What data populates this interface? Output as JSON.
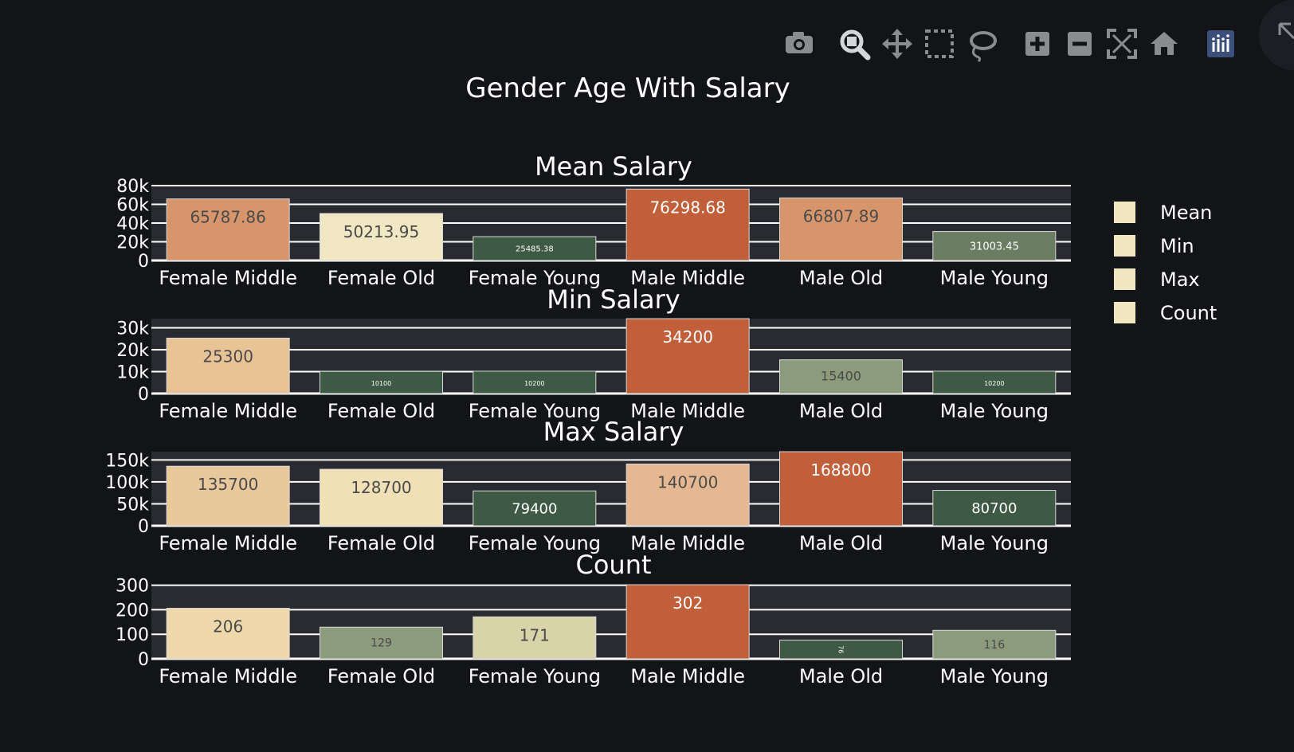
{
  "toolbar": {
    "buttons": [
      {
        "name": "camera-icon",
        "title": "Download plot as a png"
      },
      {
        "name": "zoom-icon",
        "title": "Zoom"
      },
      {
        "name": "pan-icon",
        "title": "Pan"
      },
      {
        "name": "box-select-icon",
        "title": "Box Select"
      },
      {
        "name": "lasso-select-icon",
        "title": "Lasso Select"
      },
      {
        "name": "zoom-in-icon",
        "title": "Zoom in"
      },
      {
        "name": "zoom-out-icon",
        "title": "Zoom out"
      },
      {
        "name": "autoscale-icon",
        "title": "Autoscale"
      },
      {
        "name": "reset-axes-icon",
        "title": "Reset axes"
      },
      {
        "name": "plotly-logo-icon",
        "title": "Produced with Plotly"
      }
    ],
    "active": "zoom-icon"
  },
  "colors": {
    "background": "#131418",
    "plot_bg": "#2a2b31",
    "grid": "#ffffff",
    "text": "#ffffff"
  },
  "chart_data": {
    "type": "bar",
    "title": "Gender Age With Salary",
    "legend": {
      "placement": "right",
      "entries": [
        {
          "name": "Mean",
          "color": "#f0e6bf"
        },
        {
          "name": "Min",
          "color": "#f0e6bf"
        },
        {
          "name": "Max",
          "color": "#f0e6bf"
        },
        {
          "name": "Count",
          "color": "#f0e6bf"
        }
      ]
    },
    "categories": [
      "Female Middle",
      "Female Old",
      "Female Young",
      "Male Middle",
      "Male Old",
      "Male Young"
    ],
    "subplots": [
      {
        "name": "Mean",
        "title": "Mean Salary",
        "values": [
          65787.86,
          50213.95,
          25485.38,
          76298.68,
          66807.89,
          31003.45
        ],
        "labels": [
          "65787.86",
          "50213.95",
          "25485.38",
          "76298.68",
          "66807.89",
          "31003.45"
        ],
        "ylim": [
          0,
          80000
        ],
        "ticks": [
          0,
          20000,
          40000,
          60000,
          80000
        ],
        "tick_labels": [
          "0",
          "20k",
          "40k",
          "60k",
          "80k"
        ],
        "colors": [
          "#d7956c",
          "#f1e7c2",
          "#3e5a44",
          "#c05f3a",
          "#d7956c",
          "#6a7d62"
        ],
        "label_colors": [
          "#4a4a4a",
          "#4a4a4a",
          "#ffffff",
          "#ffffff",
          "#4a4a4a",
          "#ffffff"
        ],
        "label_sizes": [
          20,
          20,
          10,
          20,
          20,
          13
        ]
      },
      {
        "name": "Min",
        "title": "Min Salary",
        "values": [
          25300,
          10100,
          10200,
          34200,
          15400,
          10200
        ],
        "labels": [
          "25300",
          "10100",
          "10200",
          "34200",
          "15400",
          "10200"
        ],
        "ylim": [
          0,
          34200
        ],
        "ticks": [
          0,
          10000,
          20000,
          30000
        ],
        "tick_labels": [
          "0",
          "10k",
          "20k",
          "30k"
        ],
        "colors": [
          "#e8c396",
          "#3e5a44",
          "#3e5a44",
          "#c05f3a",
          "#8b9b7b",
          "#3e5a44"
        ],
        "label_colors": [
          "#4a4a4a",
          "#ffffff",
          "#ffffff",
          "#ffffff",
          "#4a4a4a",
          "#ffffff"
        ],
        "label_sizes": [
          20,
          8,
          8,
          20,
          16,
          8
        ]
      },
      {
        "name": "Max",
        "title": "Max Salary",
        "values": [
          135700,
          128700,
          79400,
          140700,
          168800,
          80700
        ],
        "labels": [
          "135700",
          "128700",
          "79400",
          "140700",
          "168800",
          "80700"
        ],
        "ylim": [
          0,
          168800
        ],
        "ticks": [
          0,
          50000,
          100000,
          150000
        ],
        "tick_labels": [
          "0",
          "50k",
          "100k",
          "150k"
        ],
        "colors": [
          "#e9c89b",
          "#efe0b6",
          "#3e5a44",
          "#e6b892",
          "#c05f3a",
          "#3e5a44"
        ],
        "label_colors": [
          "#4a4a4a",
          "#4a4a4a",
          "#ffffff",
          "#4a4a4a",
          "#ffffff",
          "#ffffff"
        ],
        "label_sizes": [
          20,
          20,
          18,
          20,
          20,
          18
        ]
      },
      {
        "name": "Count",
        "title": "Count",
        "values": [
          206,
          129,
          171,
          302,
          76,
          116
        ],
        "labels": [
          "206",
          "129",
          "171",
          "302",
          "76",
          "116"
        ],
        "ylim": [
          0,
          302
        ],
        "ticks": [
          0,
          100,
          200,
          300
        ],
        "tick_labels": [
          "0",
          "100",
          "200",
          "300"
        ],
        "colors": [
          "#eed8ac",
          "#8b9b7b",
          "#d8d3a8",
          "#c05f3a",
          "#3e5a44",
          "#8b9b7b"
        ],
        "label_colors": [
          "#4a4a4a",
          "#4a4a4a",
          "#4a4a4a",
          "#ffffff",
          "#ffffff",
          "#4a4a4a"
        ],
        "label_sizes": [
          20,
          14,
          20,
          20,
          8,
          14
        ],
        "label_rotate": [
          0,
          0,
          0,
          0,
          90,
          0
        ]
      }
    ]
  }
}
